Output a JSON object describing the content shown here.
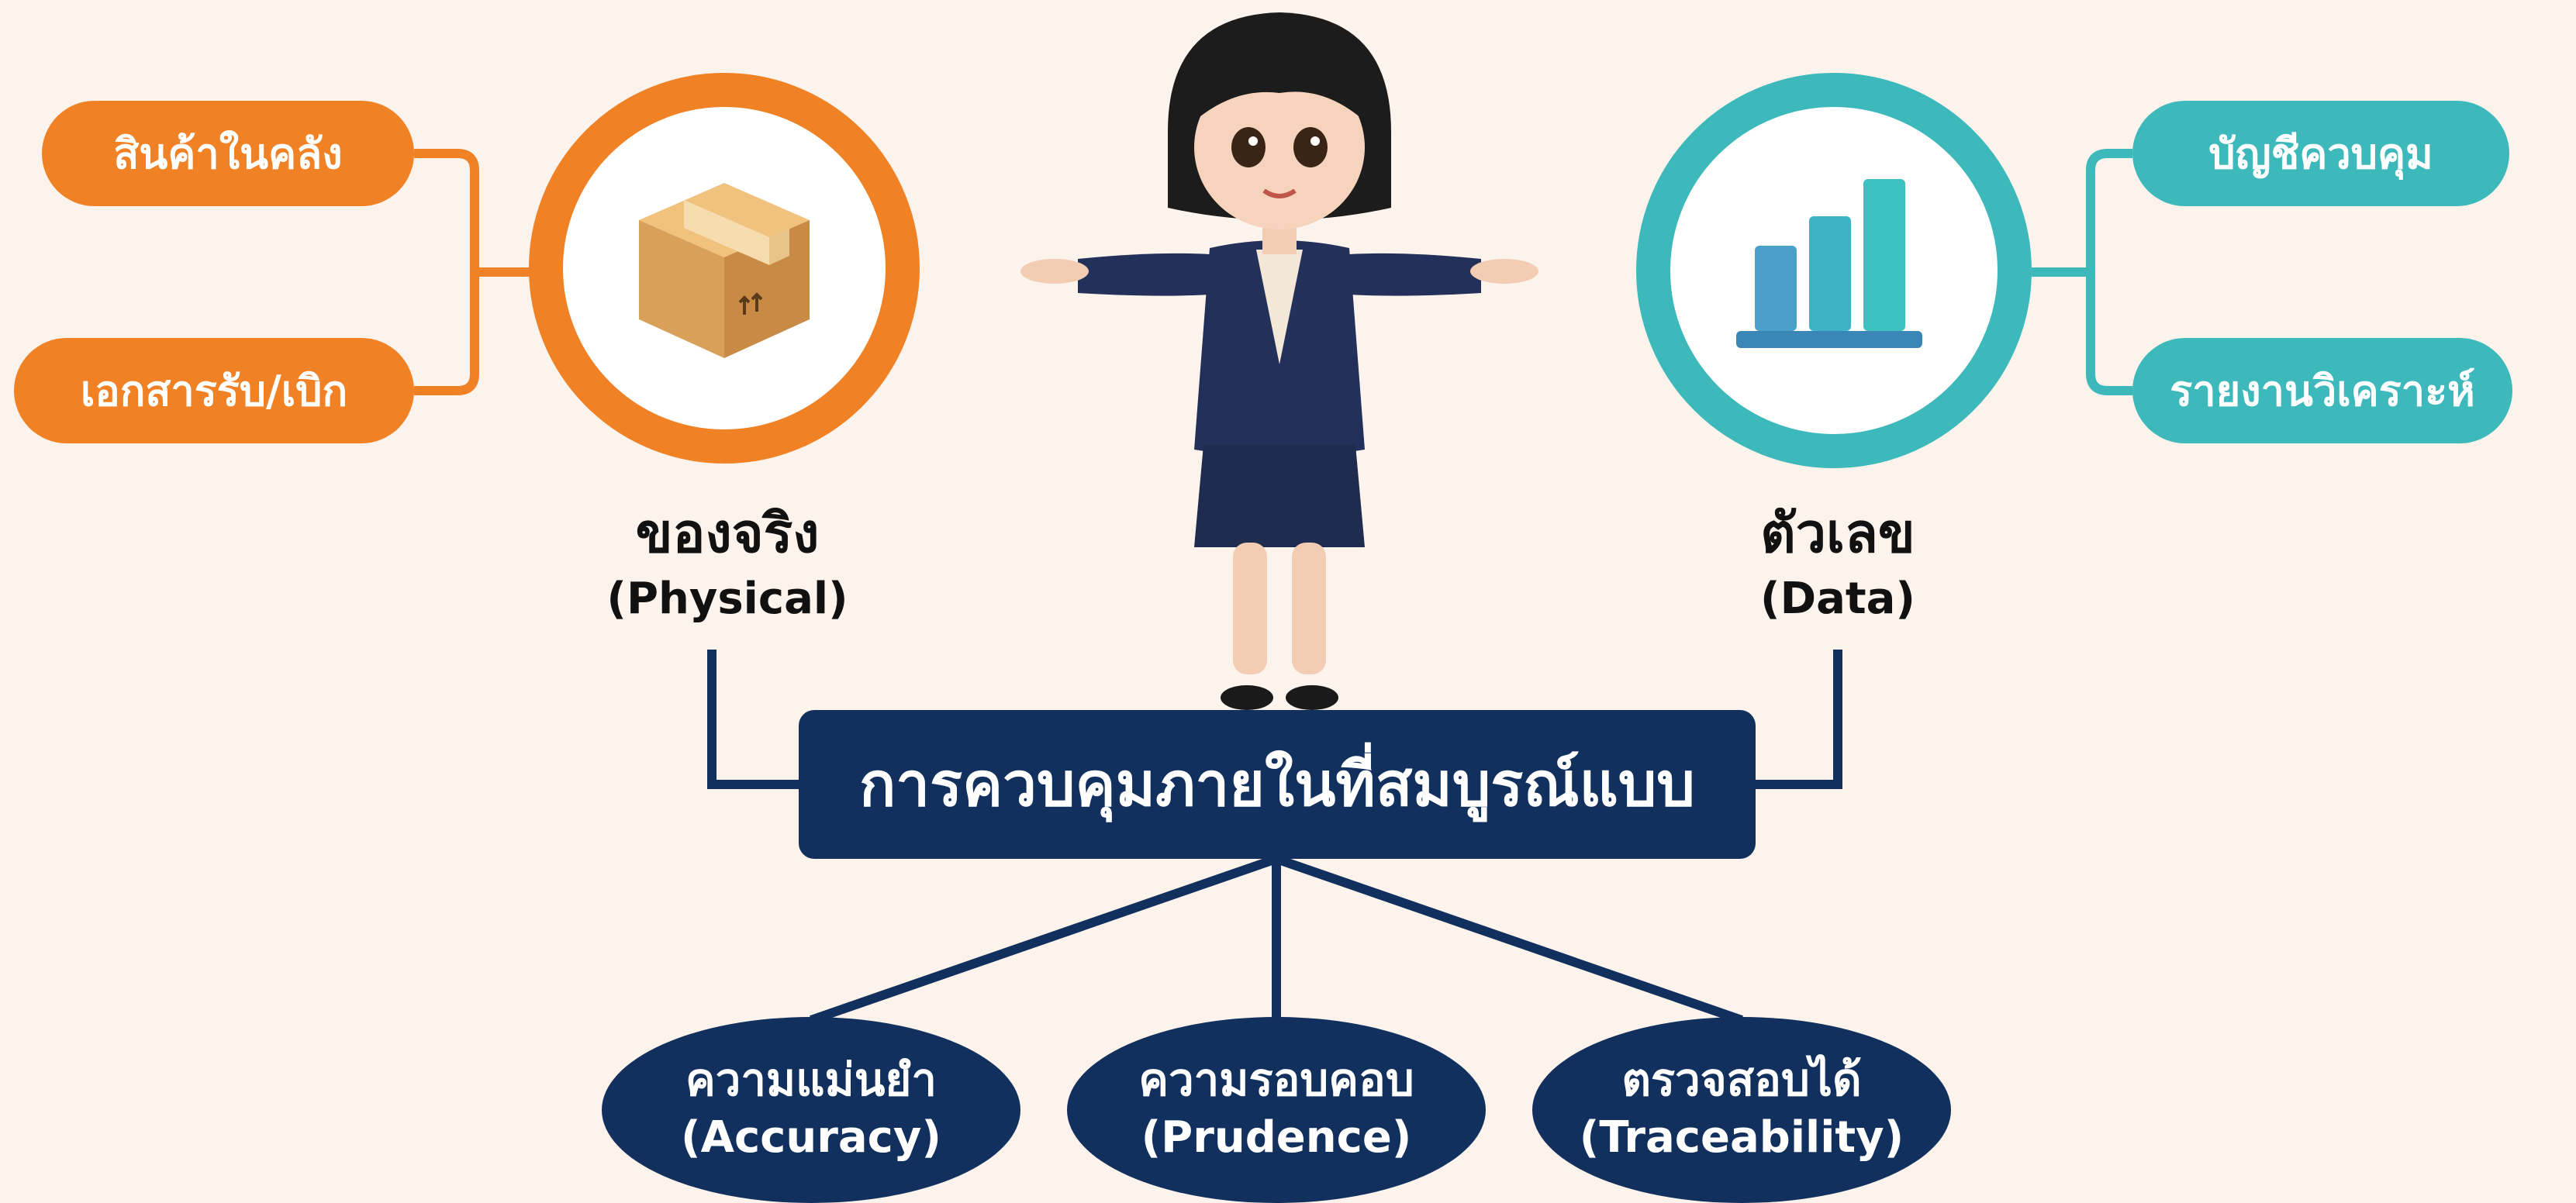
{
  "left": {
    "title": "ของจริง",
    "subtitle": "(Physical)",
    "items": [
      "สินค้าในคลัง",
      "เอกสารรับ/เบิก"
    ],
    "color": "#f08124",
    "icon": "box-icon"
  },
  "right": {
    "title": "ตัวเลข",
    "subtitle": "(Data)",
    "items": [
      "บัญชีควบคุม",
      "รายงานวิเคราะห์"
    ],
    "color": "#3db9bb",
    "icon": "bar-chart-icon"
  },
  "center": {
    "label": "การควบคุมภายในที่สมบูรณ์แบบ",
    "color": "#12305e"
  },
  "values": [
    {
      "th": "ความแม่นยำ",
      "en": "(Accuracy)"
    },
    {
      "th": "ความรอบคอบ",
      "en": "(Prudence)"
    },
    {
      "th": "ตรวจสอบได้",
      "en": "(Traceability)"
    }
  ],
  "background": "#fcf3ec"
}
